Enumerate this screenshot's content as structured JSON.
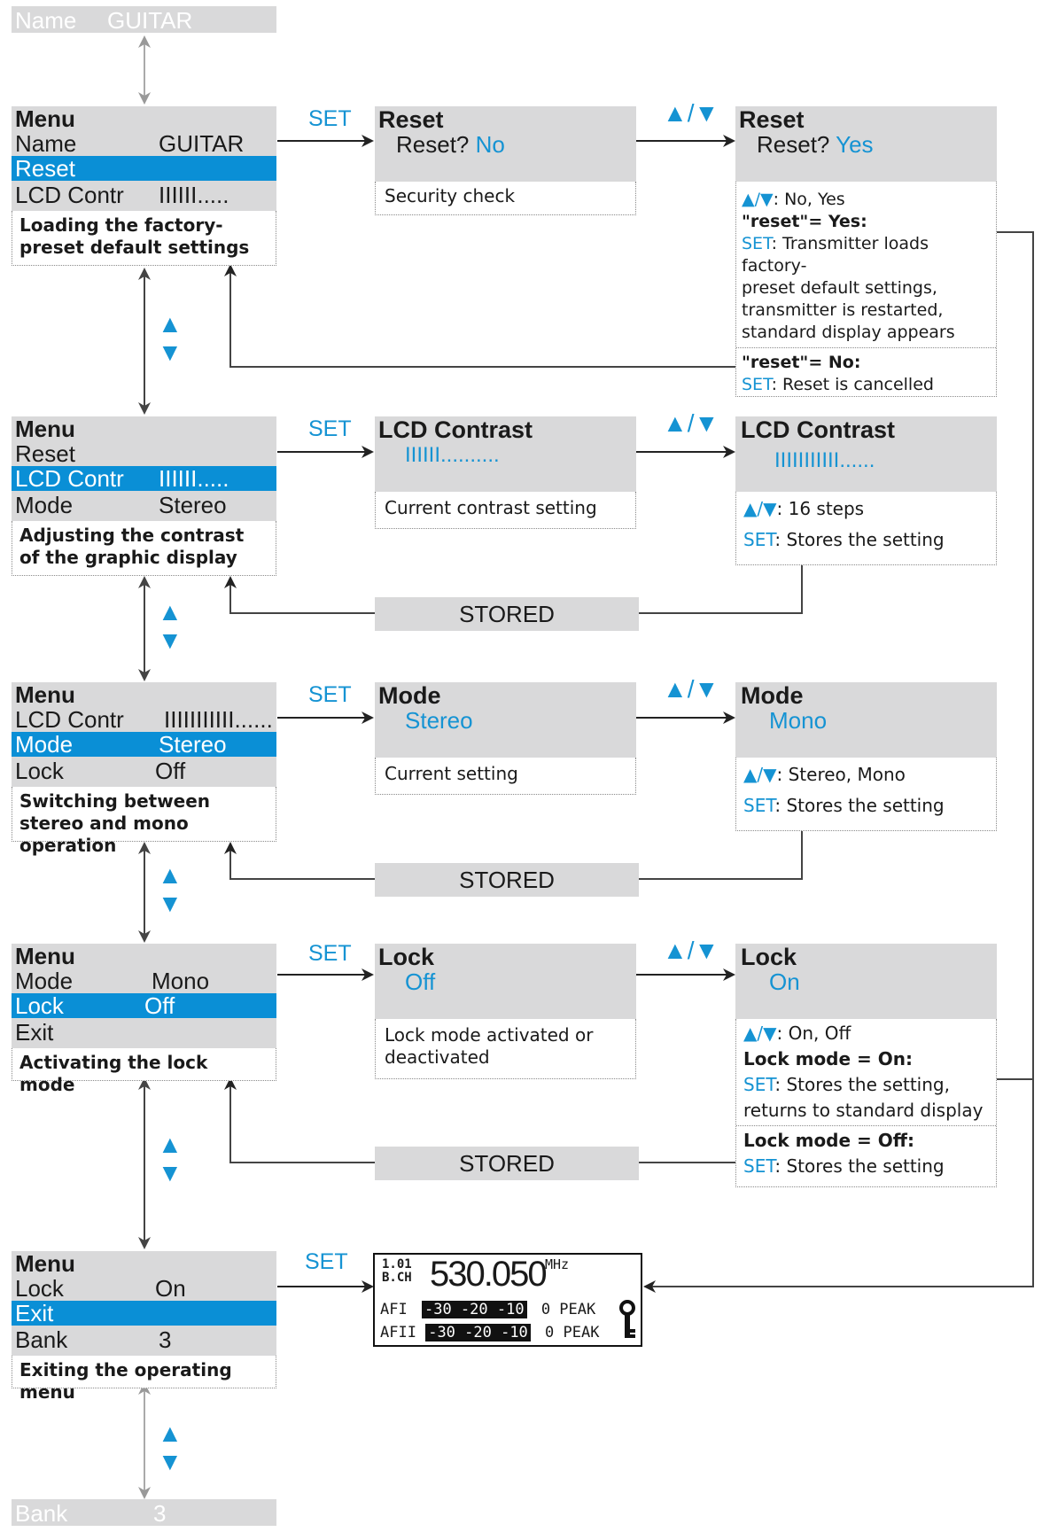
{
  "colors": {
    "accent": "#0a8fd6",
    "panel": "#d9d9da",
    "line": "#555555"
  },
  "top_bar": {
    "name_label": "Name",
    "name_value": "GUITAR"
  },
  "bottom_bar": {
    "label": "Bank",
    "value": "3"
  },
  "set_label": "SET",
  "stored_label": "STORED",
  "sections": [
    {
      "menu": {
        "title": "Menu",
        "rows": [
          {
            "label": "Name",
            "value": "GUITAR"
          },
          {
            "label": "Reset",
            "value": ""
          },
          {
            "label": "LCD Contr",
            "value": "IIIIII....."
          }
        ],
        "desc": "Loading the factory-preset default settings"
      },
      "screen1": {
        "title": "Reset",
        "value_prefix": "Reset? ",
        "value": "No",
        "desc": "Security check"
      },
      "screen2": {
        "title": "Reset",
        "value_prefix": "Reset? ",
        "value": "Yes",
        "lines": [
          {
            "a": "▲/▼",
            "b": ": No, Yes"
          },
          {
            "bold": "\"reset\"= Yes:"
          },
          {
            "a": "SET",
            "b": ": Transmitter loads factory-"
          },
          {
            "b": "preset default settings,"
          },
          {
            "b": "transmitter is restarted,"
          },
          {
            "b": "standard display appears"
          },
          {
            "bold": "\"reset\"= No:"
          },
          {
            "a": "SET",
            "b": ": Reset is cancelled"
          }
        ]
      }
    },
    {
      "menu": {
        "title": "Menu",
        "rows": [
          {
            "label": "Reset",
            "value": ""
          },
          {
            "label": "LCD Contr",
            "value": "IIIIII....."
          },
          {
            "label": "Mode",
            "value": "Stereo"
          }
        ],
        "desc": "Adjusting the contrast of the graphic display"
      },
      "screen1": {
        "title": "LCD Contrast",
        "value": "IIIIII..........",
        "desc": "Current contrast setting"
      },
      "screen2": {
        "title": "LCD Contrast",
        "value": "IIIIIIIIIII......",
        "lines": [
          {
            "a": "▲/▼",
            "b": ": 16 steps"
          },
          {
            "a": "SET",
            "b": ": Stores the setting"
          }
        ]
      }
    },
    {
      "menu": {
        "title": "Menu",
        "rows": [
          {
            "label": "LCD Contr",
            "value": "IIIIIIIIIII......"
          },
          {
            "label": "Mode",
            "value": "Stereo"
          },
          {
            "label": "Lock",
            "value": "Off"
          }
        ],
        "desc": "Switching between stereo and mono operation"
      },
      "screen1": {
        "title": "Mode",
        "value": "Stereo",
        "desc": "Current setting"
      },
      "screen2": {
        "title": "Mode",
        "value": "Mono",
        "lines": [
          {
            "a": "▲/▼",
            "b": ": Stereo, Mono"
          },
          {
            "a": "SET",
            "b": ": Stores the setting"
          }
        ]
      }
    },
    {
      "menu": {
        "title": "Menu",
        "rows": [
          {
            "label": "Mode",
            "value": "Mono"
          },
          {
            "label": "Lock",
            "value": "Off"
          },
          {
            "label": "Exit",
            "value": ""
          }
        ],
        "desc": "Activating the lock mode"
      },
      "screen1": {
        "title": "Lock",
        "value": "Off",
        "desc": "Lock mode activated or deactivated"
      },
      "screen2": {
        "title": "Lock",
        "value": "On",
        "lines": [
          {
            "a": "▲/▼",
            "b": ": On, Off"
          },
          {
            "bold": "Lock mode = On:"
          },
          {
            "a": "SET",
            "b": ": Stores the setting,"
          },
          {
            "b": "returns to standard display"
          },
          {
            "bold": "Lock mode = Off:"
          },
          {
            "a": "SET",
            "b": ": Stores the setting"
          }
        ]
      }
    },
    {
      "menu": {
        "title": "Menu",
        "rows": [
          {
            "label": "Lock",
            "value": "On"
          },
          {
            "label": "Exit",
            "value": ""
          },
          {
            "label": "Bank",
            "value": "3"
          }
        ],
        "desc": "Exiting the operating menu"
      },
      "lcd": {
        "bank": "1.01",
        "ch": "B.CH",
        "freq": "530.050",
        "unit": "MHz",
        "afi_label": "AFI",
        "afi_scale": "-30 -20 -10",
        "afi_peak": "0 PEAK",
        "afii_label": "AFII",
        "afii_scale": "-30 -20 -10",
        "afii_peak": "0 PEAK"
      }
    }
  ]
}
